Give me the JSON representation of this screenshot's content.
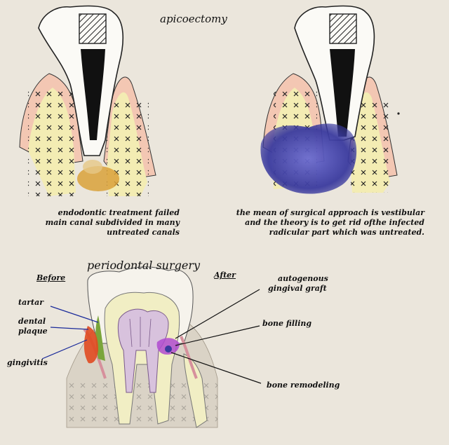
{
  "top": {
    "title": "apicoectomy",
    "left_caption": [
      "endodontic treatment failed",
      "main canal subdivided in many",
      "untreated canals"
    ],
    "right_caption": [
      "the  mean of surgical approach is vestibular",
      "and the theory is to get rid ofthe infected",
      "radicular part which was untreated."
    ]
  },
  "bottom": {
    "title": "periodontal surgery",
    "before_label": "Before",
    "after_label": "After",
    "labels": {
      "tartar": "tartar",
      "plaque": [
        "dental",
        "plaque"
      ],
      "gingivitis": "gingivitis",
      "graft": [
        "autogenous",
        "gingival graft"
      ],
      "bone_filling": "bone filling",
      "bone_remodeling": "bone remodeling"
    }
  },
  "colors": {
    "background": "#ebe6dc",
    "gum": "#f3c7b3",
    "bone": "#f3ecb3",
    "canal_fill": "#111111",
    "infection": "#d9a13a",
    "bone_graft": "#4a4aa8",
    "tartar": "#7aa53a",
    "plaque": "#e04a20",
    "graft": "#b04ad0"
  }
}
